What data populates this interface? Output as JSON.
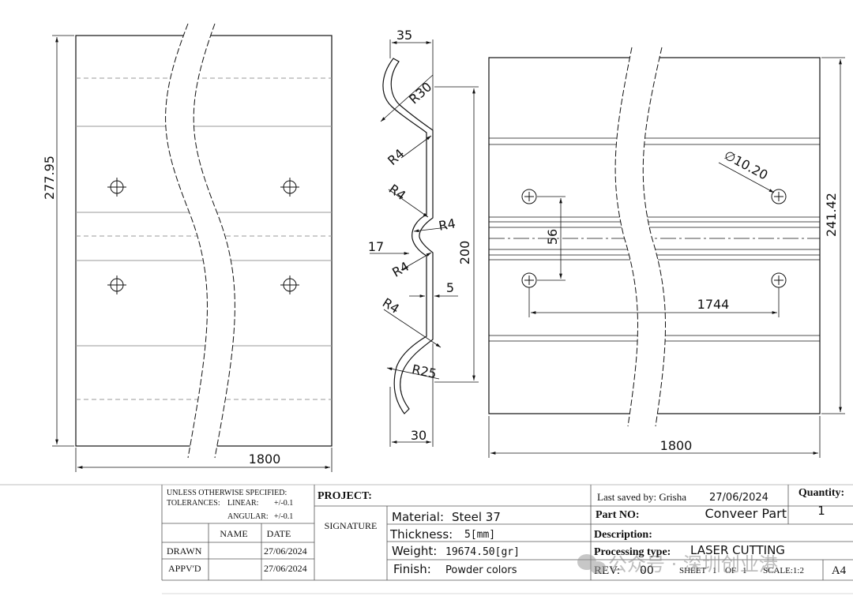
{
  "left_view": {
    "width_dim": "1800",
    "height_dim": "277.95"
  },
  "profile_view": {
    "top_dim": "35",
    "r30": "R30",
    "r4_1": "R4",
    "r4_2": "R4",
    "r4_3": "R4",
    "r4_4": "R4",
    "r4_5": "R4",
    "dim_17": "17",
    "dim_200": "200",
    "dim_5": "5",
    "r25": "R25",
    "bottom_dim": "30"
  },
  "right_view": {
    "hole_dia": "∅10.20",
    "dim_56": "56",
    "dim_1744": "1744",
    "width_dim": "1800",
    "height_dim": "241.42"
  },
  "title_block": {
    "unless": "UNLESS OTHERWISE SPECIFIED:",
    "tolerances": "TOLERANCES:",
    "linear": "LINEAR:",
    "linear_val": "+/-0.1",
    "angular": "ANGULAR:",
    "angular_val": "+/-0.1",
    "name_hdr": "NAME",
    "date_hdr": "DATE",
    "drawn": "DRAWN",
    "drawn_date": "27/06/2024",
    "apprvd": "APPV'D",
    "apprvd_date": "27/06/2024",
    "project": "PROJECT:",
    "signature": "SIGNATURE",
    "material_label": "Material:",
    "material_value": "Steel 37",
    "thickness_label": "Thickness:",
    "thickness_value": "5[mm]",
    "weight_label": "Weight:",
    "weight_value": "19674.50[gr]",
    "finish_label": "Finish:",
    "finish_value": "Powder colors",
    "last_saved": "Last saved by: Grisha",
    "last_saved_date": "27/06/2024",
    "quantity_label": "Quantity:",
    "quantity_value": "1",
    "partno_label": "Part NO:",
    "partno_value": "Conveer Part",
    "description_label": "Description:",
    "processing_label": "Processing type:",
    "processing_value": "LASER CUTTING",
    "rev": "REV:",
    "rev_value": "00",
    "sheet": "SHEET",
    "sheet_value": "1",
    "of": "OF",
    "of_value": "1",
    "scale": "SCALE:1:2",
    "size": "A4"
  },
  "watermark": "公众号 · 深圳创业港"
}
